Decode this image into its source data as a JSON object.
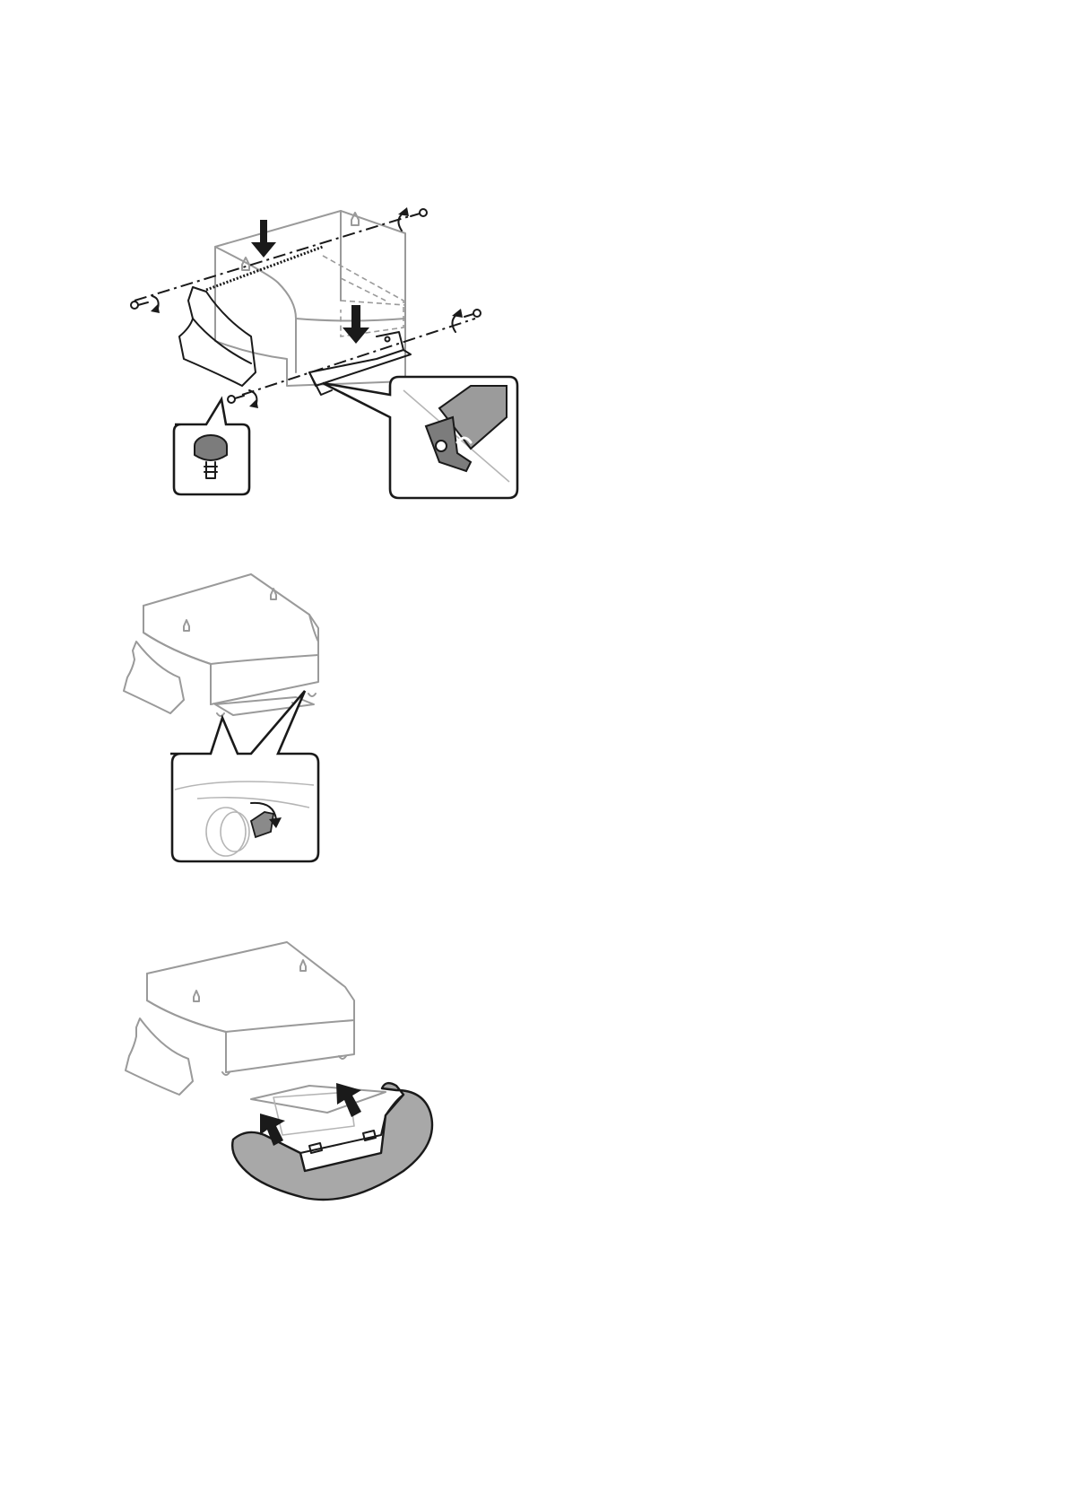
{
  "document": {
    "type": "instruction-illustrations",
    "figures": [
      {
        "id": "step-attach-cabinet",
        "icons": [
          "cabinet-icon",
          "screw-icon",
          "arrow-down-icon",
          "thumbscrew-closeup-icon",
          "bracket-closeup-icon"
        ]
      },
      {
        "id": "step-lock-casters",
        "icons": [
          "cabinet-icon",
          "caster-lock-closeup-icon"
        ]
      },
      {
        "id": "step-attach-front-cover",
        "icons": [
          "cabinet-icon",
          "front-cover-icon",
          "arrow-up-icon"
        ]
      }
    ]
  },
  "colors": {
    "line": "#1a1a1a",
    "faded_line": "#9a9a9a",
    "part_fill": "#7c7c7c",
    "cover_fill": "#a8a8a8",
    "background": "#ffffff"
  }
}
